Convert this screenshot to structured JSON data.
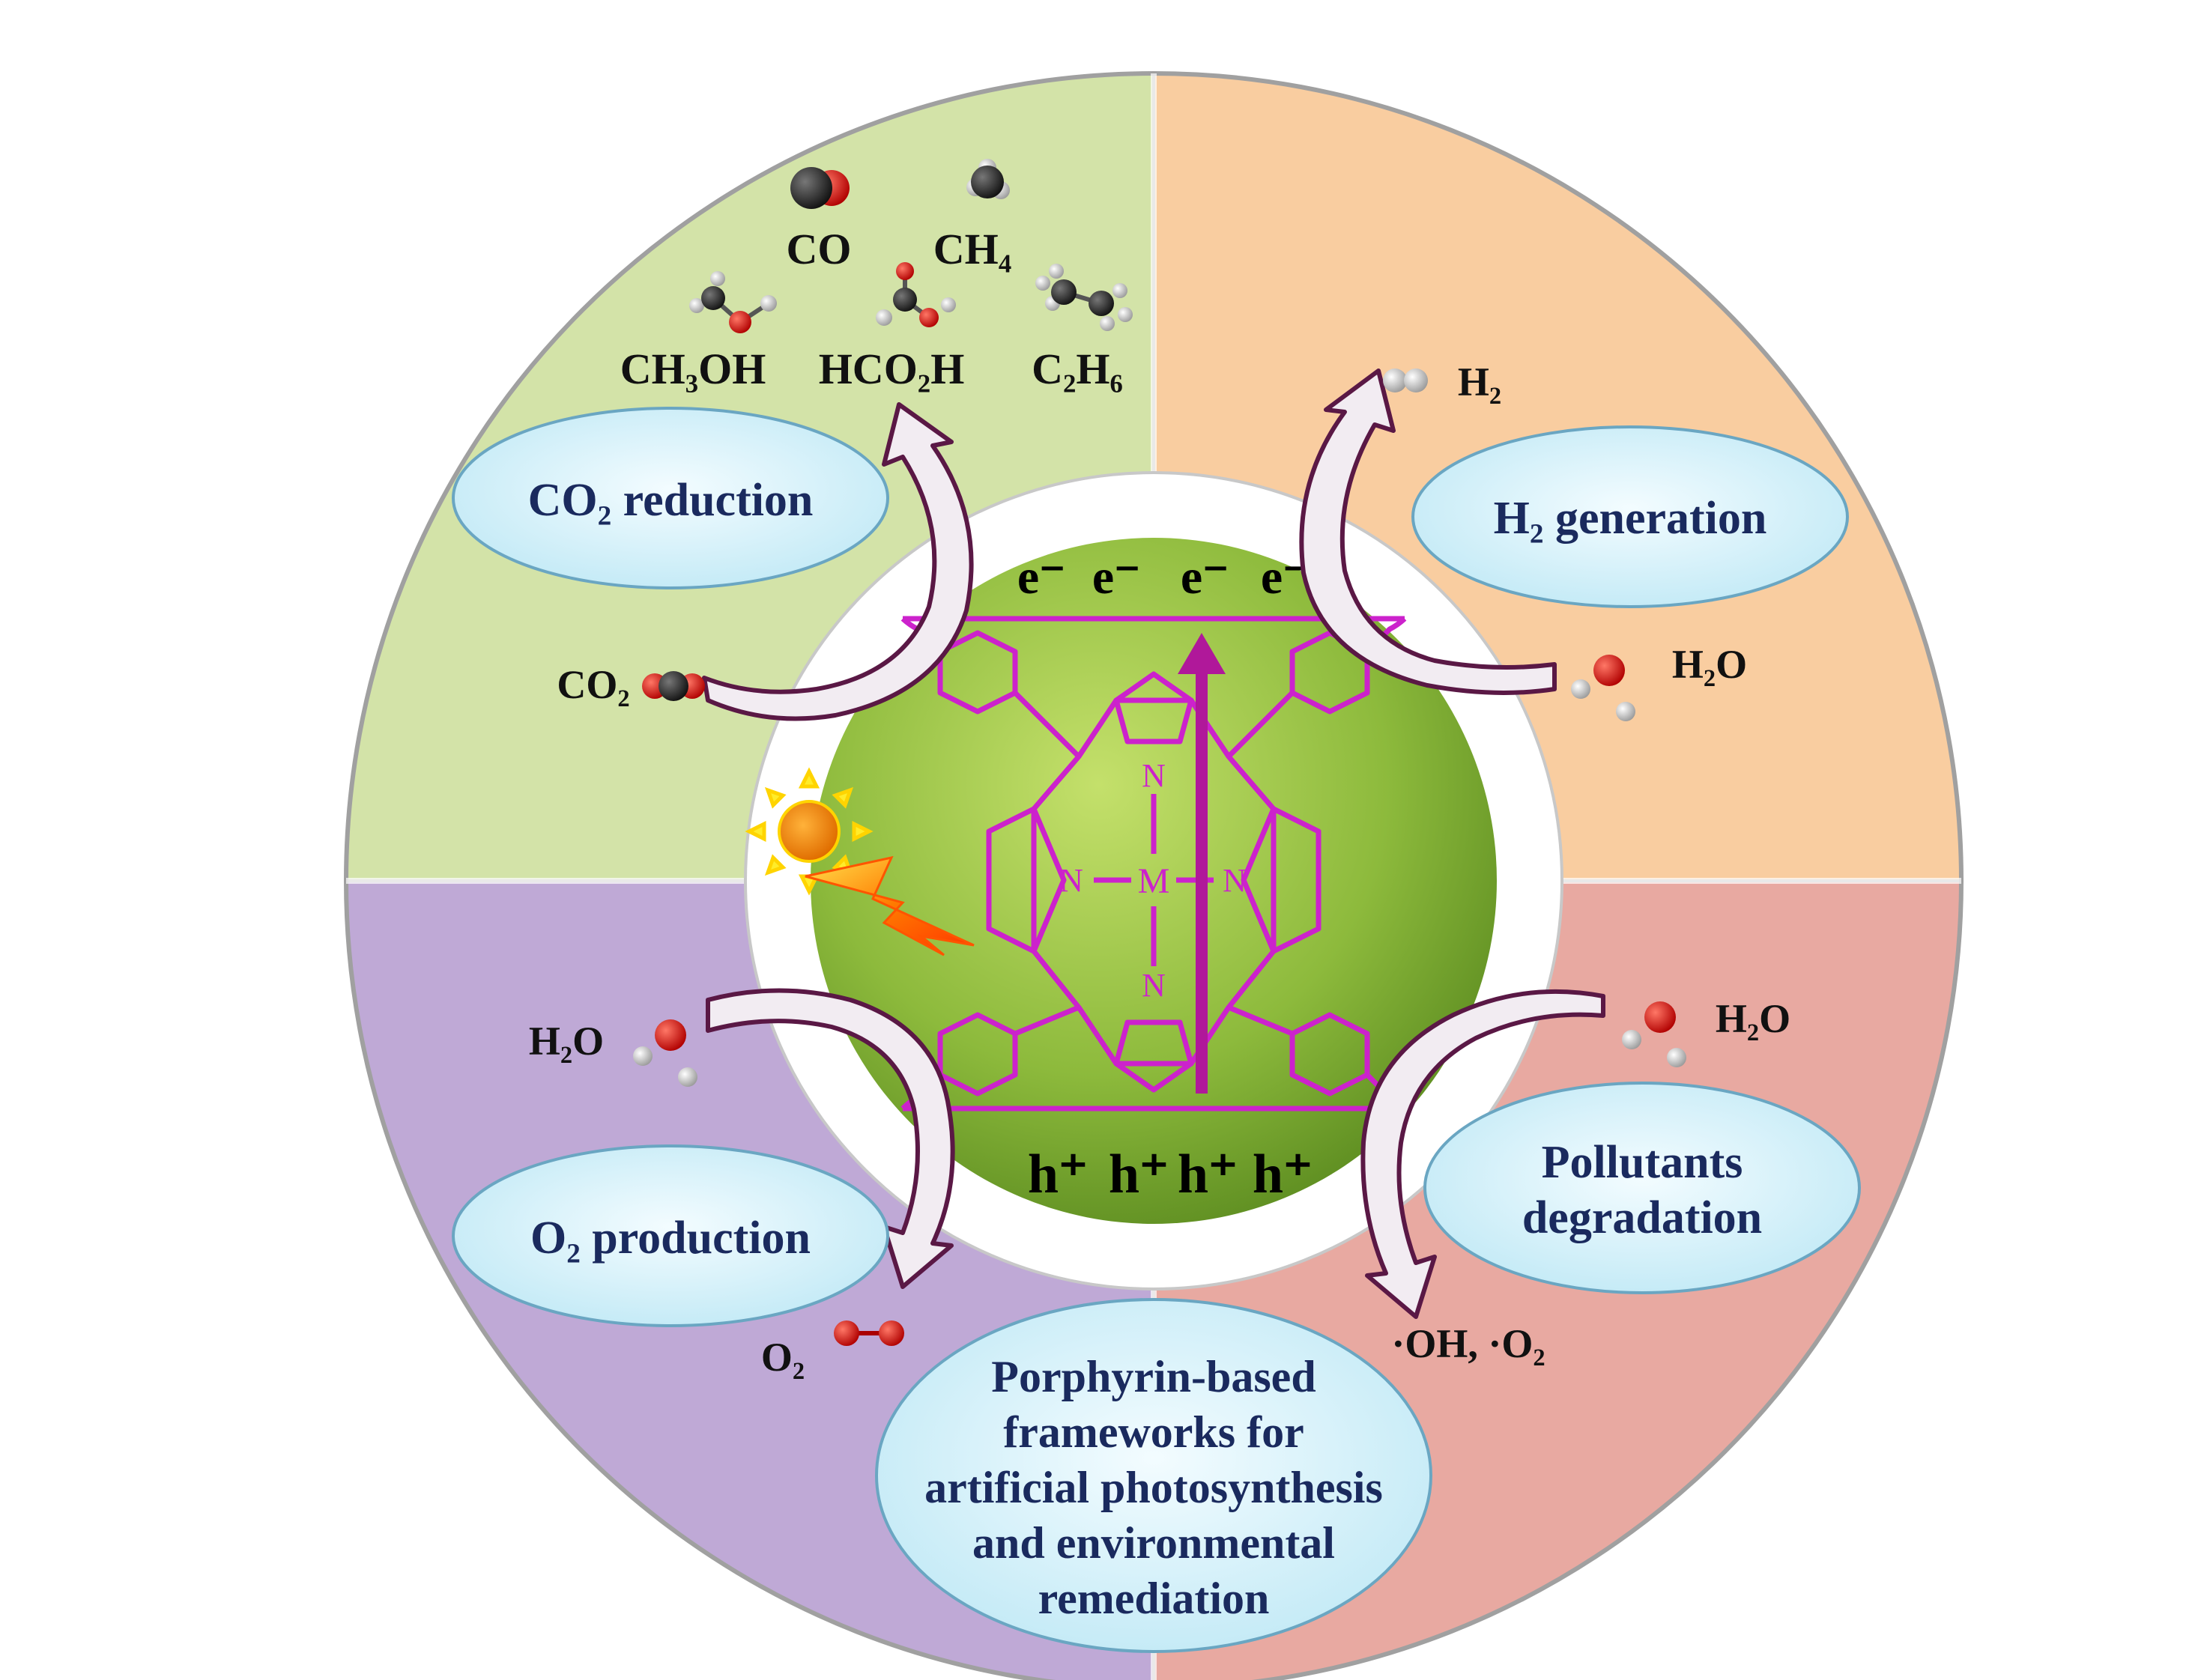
{
  "colors": {
    "co2_quadrant": "#d3e3a8",
    "h2_quadrant": "#f9cda0",
    "o2_quadrant": "#bfa9d6",
    "pollutant_quadrant": "#e8a9a1",
    "core_green": "#8dba3c",
    "porphyrin": "#cc22cc",
    "oval_fill": "#d9f4fb",
    "oval_text": "#1a2a5e"
  },
  "core": {
    "electrons": [
      "e⁻",
      "e⁻",
      "e⁻",
      "e⁻"
    ],
    "holes": [
      "h⁺",
      "h⁺",
      "h⁺",
      "h⁺"
    ],
    "metal": "M",
    "nitrogen": "N"
  },
  "quadrants": {
    "co2_reduction": {
      "title": "CO₂ reduction",
      "reactant": "CO₂",
      "products": [
        "CO",
        "CH₄",
        "CH₃OH",
        "HCO₂H",
        "C₂H₆"
      ]
    },
    "h2_generation": {
      "title": "H₂ generation",
      "reactant": "H₂O",
      "product": "H₂"
    },
    "o2_production": {
      "title": "O₂ production",
      "reactant": "H₂O",
      "product": "O₂"
    },
    "pollutants": {
      "title_line1": "Pollutants",
      "title_line2": "degradation",
      "reactant": "H₂O",
      "product": "·OH, ·O₂"
    }
  },
  "center_caption": {
    "lines": [
      "Porphyrin-based",
      "frameworks for",
      "artificial photosynthesis",
      "and environmental",
      "remediation"
    ]
  },
  "icons": [
    "sun-icon",
    "lightning-icon",
    "molecule-icon",
    "curved-arrow-icon"
  ]
}
